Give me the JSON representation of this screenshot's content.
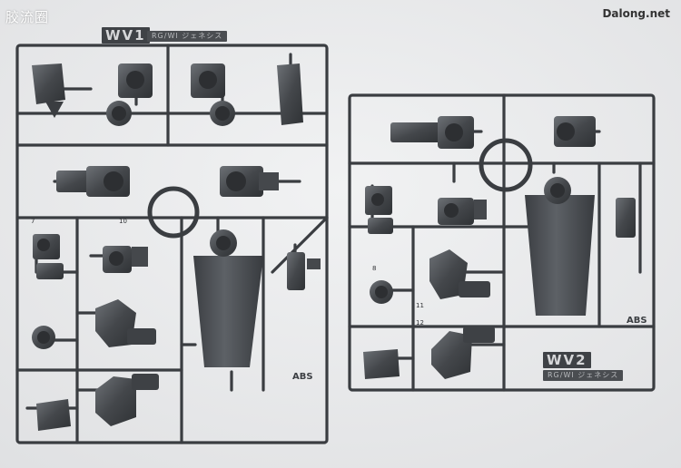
{
  "watermark_left": "胶流圈",
  "watermark_right": "Dalong.net",
  "runner_1": {
    "id": "WV1",
    "sub": "RG/WI ジェネシス",
    "material": "ABS"
  },
  "runner_2": {
    "id": "WV2",
    "sub": "RG/WI ジェネシス",
    "material": "ABS"
  },
  "gate_numbers": {
    "n7": "7",
    "n10": "10",
    "n8": "8",
    "n12": "12",
    "n11": "11"
  },
  "colors": {
    "background": "#e9eaec",
    "plastic": "#3e4145",
    "plastic_highlight": "#6d7176"
  }
}
